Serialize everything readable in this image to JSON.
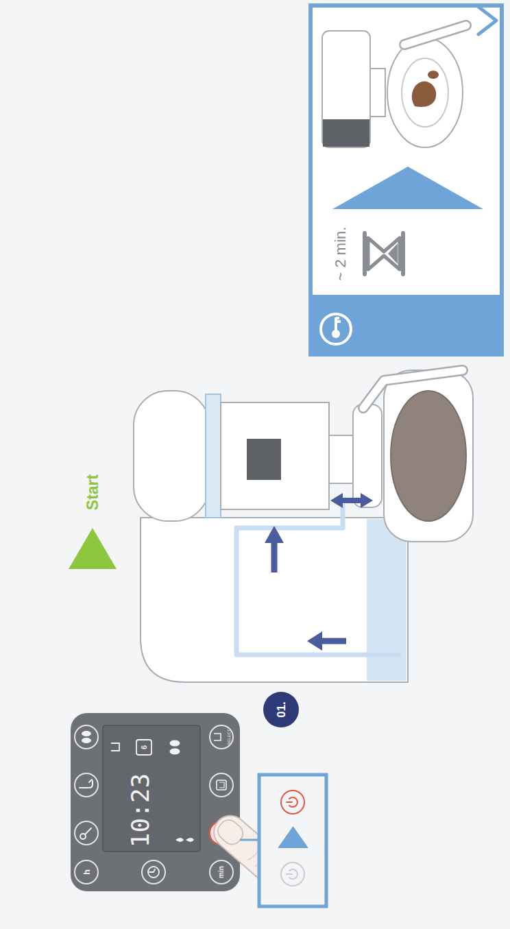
{
  "diagram": {
    "nodes": [
      {
        "text": [
          "01."
        ]
      },
      {
        "text": [
          "~ 2 min."
        ]
      }
    ],
    "labels": [
      "10:23",
      "6",
      "SELECT",
      "h",
      "min",
      "Start"
    ]
  }
}
